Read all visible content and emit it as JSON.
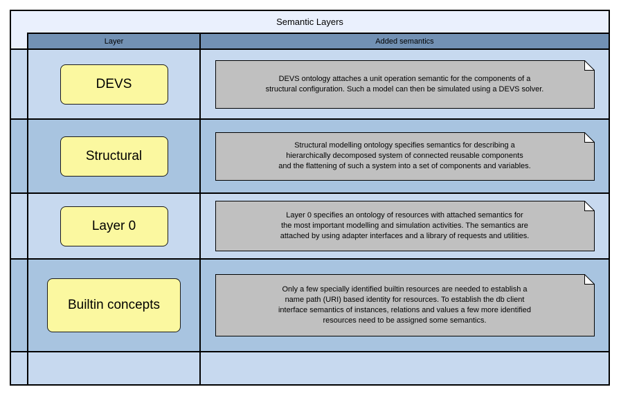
{
  "diagram": {
    "title": "Semantic Layers",
    "column_headers": {
      "layer": "Layer",
      "added_semantics": "Added semantics"
    },
    "rows": [
      {
        "layer_label": "DEVS",
        "note": "DEVS ontology attaches a unit operation semantic for the components of a\nstructural configuration. Such a model can then be simulated using a DEVS solver."
      },
      {
        "layer_label": "Structural",
        "note": "Structural modelling ontology specifies semantics for describing a\nhierarchically decomposed system of connected reusable components\nand the flattening of such a system into a set of components and variables."
      },
      {
        "layer_label": "Layer 0",
        "note": "Layer 0 specifies an ontology of resources with attached semantics for\nthe most important modelling and simulation activities. The semantics are\nattached by using adapter interfaces and a library of requests and utilities."
      },
      {
        "layer_label": "Builtin concepts",
        "note": "Only a few specially identified builtin resources are needed to establish a\nname path (URI) based identity for resources. To establish the db client\ninterface semantics of instances, relations and values a few more identified\nresources need to be assigned some semantics."
      },
      {
        "layer_label": "",
        "note": ""
      }
    ],
    "colors": {
      "title_band": "#eaf0fd",
      "header_band": "#7291b4",
      "row_light": "#c7d9ef",
      "row_dark": "#a8c4e0",
      "layer_box_fill": "#fbf8a0",
      "note_fill": "#c0c0c0",
      "line": "#000000",
      "page_background": "#ffffff"
    }
  }
}
